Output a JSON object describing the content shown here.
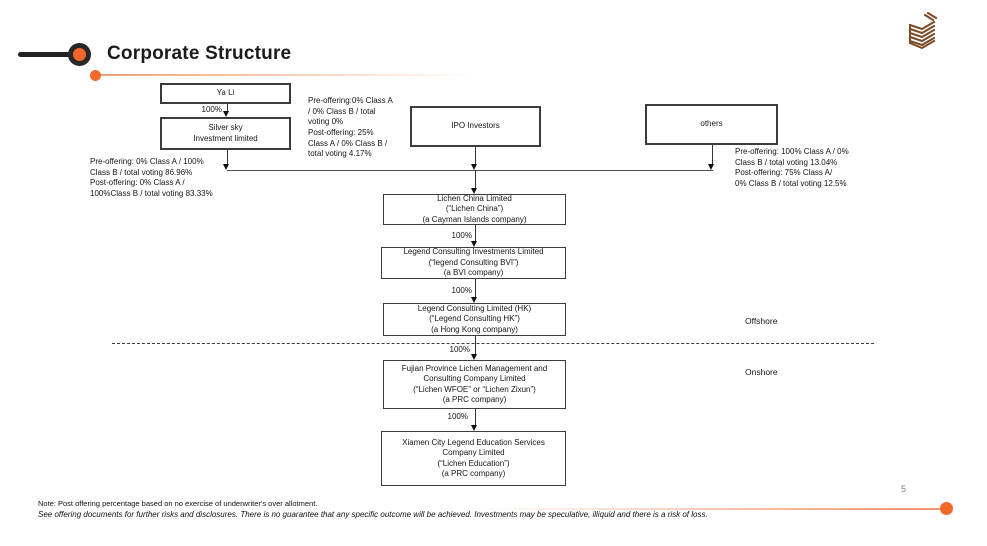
{
  "header": {
    "title": "Corporate Structure"
  },
  "logo_icon": "stacked-layers-logo",
  "colors": {
    "accent": "#F4682B",
    "logo_brown": "#7B4A26",
    "line_gray": "#4f4f4f"
  },
  "nodes": {
    "yali": [
      "Ya Li"
    ],
    "silver": [
      "Silver sky",
      "Investment limited"
    ],
    "ipo": [
      "IPO Investors"
    ],
    "others": [
      "others"
    ],
    "china": [
      "Lichen China Limited",
      "(“Lichen China”)",
      "(a Cayman Islands company)"
    ],
    "bvi": [
      "Legend Consulting Investments Limited",
      "(“legend Consulting BVI”)",
      "(a BVI company)"
    ],
    "hk": [
      "Legend Consulting Limited (HK)",
      "(“Legend Consulting HK”)",
      "(a Hong Kong company)"
    ],
    "wfoe": [
      "Fujian Province Lichen Management and",
      "Consulting Company Limited",
      "(“Lichen WFOE” or “Lichen Zixun”)",
      "(a PRC company)"
    ],
    "edu": [
      "Xiamen City Legend Education Services",
      "Company Limited",
      "(“Lichen Education”)",
      "(a PRC company)"
    ]
  },
  "edges": {
    "pct": "100%"
  },
  "annotations": {
    "left": [
      "Pre-offering: 0% Class A / 100%",
      "Class B / total voting 86.96%",
      "Post-offering: 0% Class A /",
      "100%Class B / total voting 83.33%"
    ],
    "center": [
      "Pre-offering:0% Class A",
      "/ 0% Class B / total",
      "voting 0%",
      "Post-offering: 25%",
      "Class A / 0% Class B /",
      "total voting 4.17%"
    ],
    "right": [
      "Pre-offering: 100% Class A / 0%",
      "Class B / total voting 13.04%",
      "Post-offering: 75% Class A/",
      "0% Class B / total voting 12.5%"
    ]
  },
  "regions": {
    "offshore": "Offshore",
    "onshore": "Onshore"
  },
  "footer": {
    "note": "Note: Post offering percentage based on no exercise of underwriter's over allotment.",
    "disclaimer": "See offering documents for further risks and disclosures. There is no guarantee that any specific outcome will be achieved. Investments may be speculative, illiquid and there is a risk of loss.",
    "page_number": "5"
  }
}
